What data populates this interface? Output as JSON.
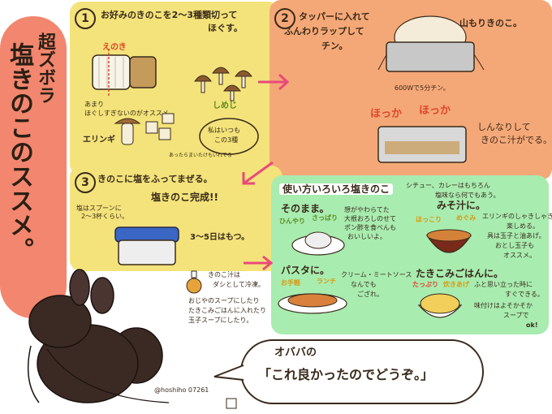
{
  "title": {
    "line1": "超ズボラ",
    "line2": "塩きのこのススメ。"
  },
  "step1": {
    "num": "1",
    "text1": "お好みのきのこを2〜3種類切って",
    "text2": "ほぐす。",
    "label_enoki": "えのき",
    "label_shimeji": "しめじ",
    "label_eringi": "エリンギ",
    "note1": "あまり",
    "note2": "ほぐしすぎないのがオススメ。",
    "bubble1": "私はいつも",
    "bubble2": "この3種",
    "small": "あったらまいたけもいれてる"
  },
  "step2": {
    "num": "2",
    "text1": "タッパーに入れて",
    "text2": "ふんわりラップして",
    "text3": "チン。",
    "yama": "山もりきのこ。",
    "time": "600Wで5分チン。",
    "hokka1": "ほっか",
    "hokka2": "ほっか",
    "shinnari1": "しんなりして",
    "shinnari2": "きのこ汁がでる。"
  },
  "step3": {
    "num": "3",
    "text1": "きのこに塩をふってまぜる。",
    "done": "塩きのこ完成!!",
    "salt1": "塩はスプーンに",
    "salt2": "2〜3杯くらい。",
    "days": "3〜5日はもつ。",
    "soup1": "きのこ汁は",
    "soup2": "ダシとして冷凍。",
    "use1": "おじやのスープにしたり",
    "use2": "たきこみごはんに入れたり",
    "use3": "玉子スープにしたり。"
  },
  "step4": {
    "header": "使い方いろいろ塩きのこ",
    "intro1": "シチュー、カレーはもちろん",
    "intro2": "塩味なら何でもあう。",
    "a_title": "そのまま。",
    "a_tag1": "ひんやり",
    "a_tag2": "さっぱり",
    "a_text1": "想がやわらてた",
    "a_text2": "大根おろしのせて",
    "a_text3": "ポン酢を食べんも",
    "a_text4": "おいしいよ。",
    "b_title": "みそ汁に。",
    "b_tag1": "ほっこり",
    "b_tag2": "めぐみ",
    "b_text1": "エリンギのしゃきしゃき感が",
    "b_text2": "楽しめる。",
    "b_text3": "具は玉子と油あげ。",
    "b_text4": "おとし玉子も",
    "b_text5": "オススメ。",
    "c_title": "パスタに。",
    "c_tag1": "お手軽",
    "c_tag2": "ランチ",
    "c_text1": "クリーム・ミートソース",
    "c_text2": "なんでも",
    "c_text3": "ござれ。",
    "d_title": "たきこみごはんに。",
    "d_tag1": "たっぷり",
    "d_tag2": "炊きあげ",
    "d_text1": "ふと思い立った時に",
    "d_text2": "すぐできる。",
    "d_text3": "味付けはよそかそか",
    "d_text4": "スープで",
    "d_text5": "ok!"
  },
  "bubble": {
    "line1": "オババの",
    "line2": "「これ良かったのでどうぞ。」"
  },
  "credit": "@hoshiho 07261"
}
